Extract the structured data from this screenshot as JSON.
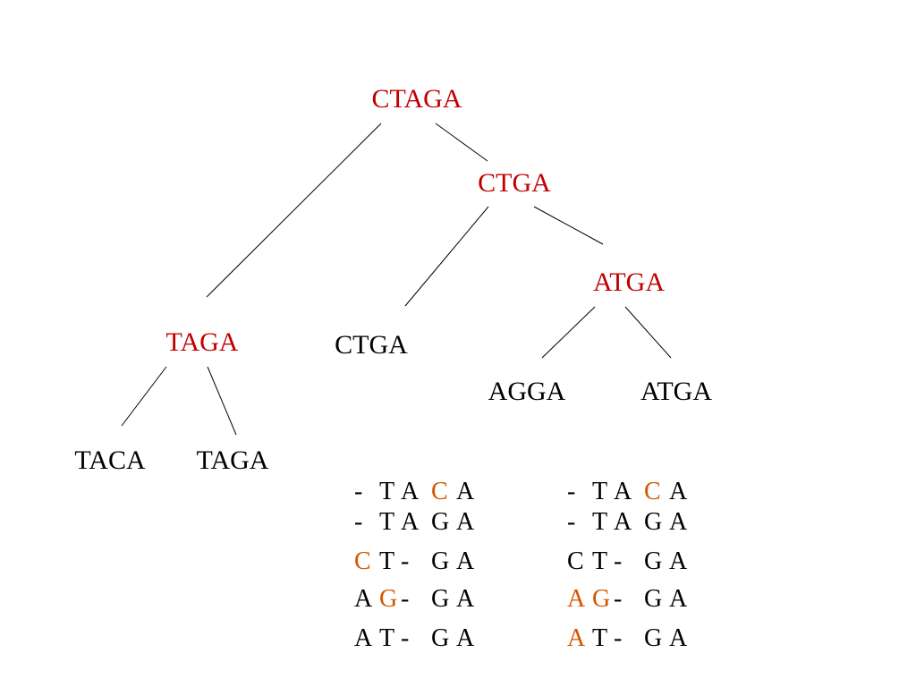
{
  "colors": {
    "ancestral": "#c00000",
    "leaf": "#000000",
    "highlight": "#d45500"
  },
  "tree": {
    "nodes": [
      {
        "id": "root",
        "label": "CTAGA",
        "kind": "ancestral"
      },
      {
        "id": "n1",
        "label": "CTGA",
        "kind": "ancestral"
      },
      {
        "id": "n2",
        "label": "ATGA",
        "kind": "ancestral"
      },
      {
        "id": "n3",
        "label": "TAGA",
        "kind": "ancestral"
      },
      {
        "id": "l_ctga",
        "label": "CTGA",
        "kind": "leaf"
      },
      {
        "id": "l_agga",
        "label": "AGGA",
        "kind": "leaf"
      },
      {
        "id": "l_atga",
        "label": "ATGA",
        "kind": "leaf"
      },
      {
        "id": "l_taca",
        "label": "TACA",
        "kind": "leaf"
      },
      {
        "id": "l_taga",
        "label": "TAGA",
        "kind": "leaf"
      }
    ],
    "edges": [
      [
        "root",
        "n3"
      ],
      [
        "root",
        "n1"
      ],
      [
        "n1",
        "l_ctga"
      ],
      [
        "n1",
        "n2"
      ],
      [
        "n2",
        "l_agga"
      ],
      [
        "n2",
        "l_atga"
      ],
      [
        "n3",
        "l_taca"
      ],
      [
        "n3",
        "l_taga"
      ]
    ]
  },
  "alignments": [
    {
      "rows": [
        [
          {
            "t": "-"
          },
          {
            "t": "T"
          },
          {
            "t": "A"
          },
          {
            "t": "C",
            "hl": "hi-orange"
          },
          {
            "t": "A"
          }
        ],
        [
          {
            "t": "-"
          },
          {
            "t": "T"
          },
          {
            "t": "A"
          },
          {
            "t": "G"
          },
          {
            "t": "A"
          }
        ],
        [
          {
            "t": "C",
            "hl": "hi-orange"
          },
          {
            "t": "T"
          },
          {
            "t": "-"
          },
          {
            "t": "G"
          },
          {
            "t": "A"
          }
        ],
        [
          {
            "t": "A"
          },
          {
            "t": "G",
            "hl": "hi-orange"
          },
          {
            "t": "-"
          },
          {
            "t": "G"
          },
          {
            "t": "A"
          }
        ],
        [
          {
            "t": "A"
          },
          {
            "t": "T"
          },
          {
            "t": "-"
          },
          {
            "t": "G"
          },
          {
            "t": "A"
          }
        ]
      ]
    },
    {
      "rows": [
        [
          {
            "t": "-"
          },
          {
            "t": "T"
          },
          {
            "t": "A"
          },
          {
            "t": "C",
            "hl": "hi-orange"
          },
          {
            "t": "A"
          }
        ],
        [
          {
            "t": "-"
          },
          {
            "t": "T"
          },
          {
            "t": "A"
          },
          {
            "t": "G"
          },
          {
            "t": "A"
          }
        ],
        [
          {
            "t": "C"
          },
          {
            "t": "T"
          },
          {
            "t": "-"
          },
          {
            "t": "G"
          },
          {
            "t": "A"
          }
        ],
        [
          {
            "t": "A",
            "hl": "hi-orange"
          },
          {
            "t": "G",
            "hl": "hi-orange"
          },
          {
            "t": "-"
          },
          {
            "t": "G"
          },
          {
            "t": "A"
          }
        ],
        [
          {
            "t": "A",
            "hl": "hi-orange"
          },
          {
            "t": "T"
          },
          {
            "t": "-"
          },
          {
            "t": "G"
          },
          {
            "t": "A"
          }
        ]
      ]
    }
  ]
}
